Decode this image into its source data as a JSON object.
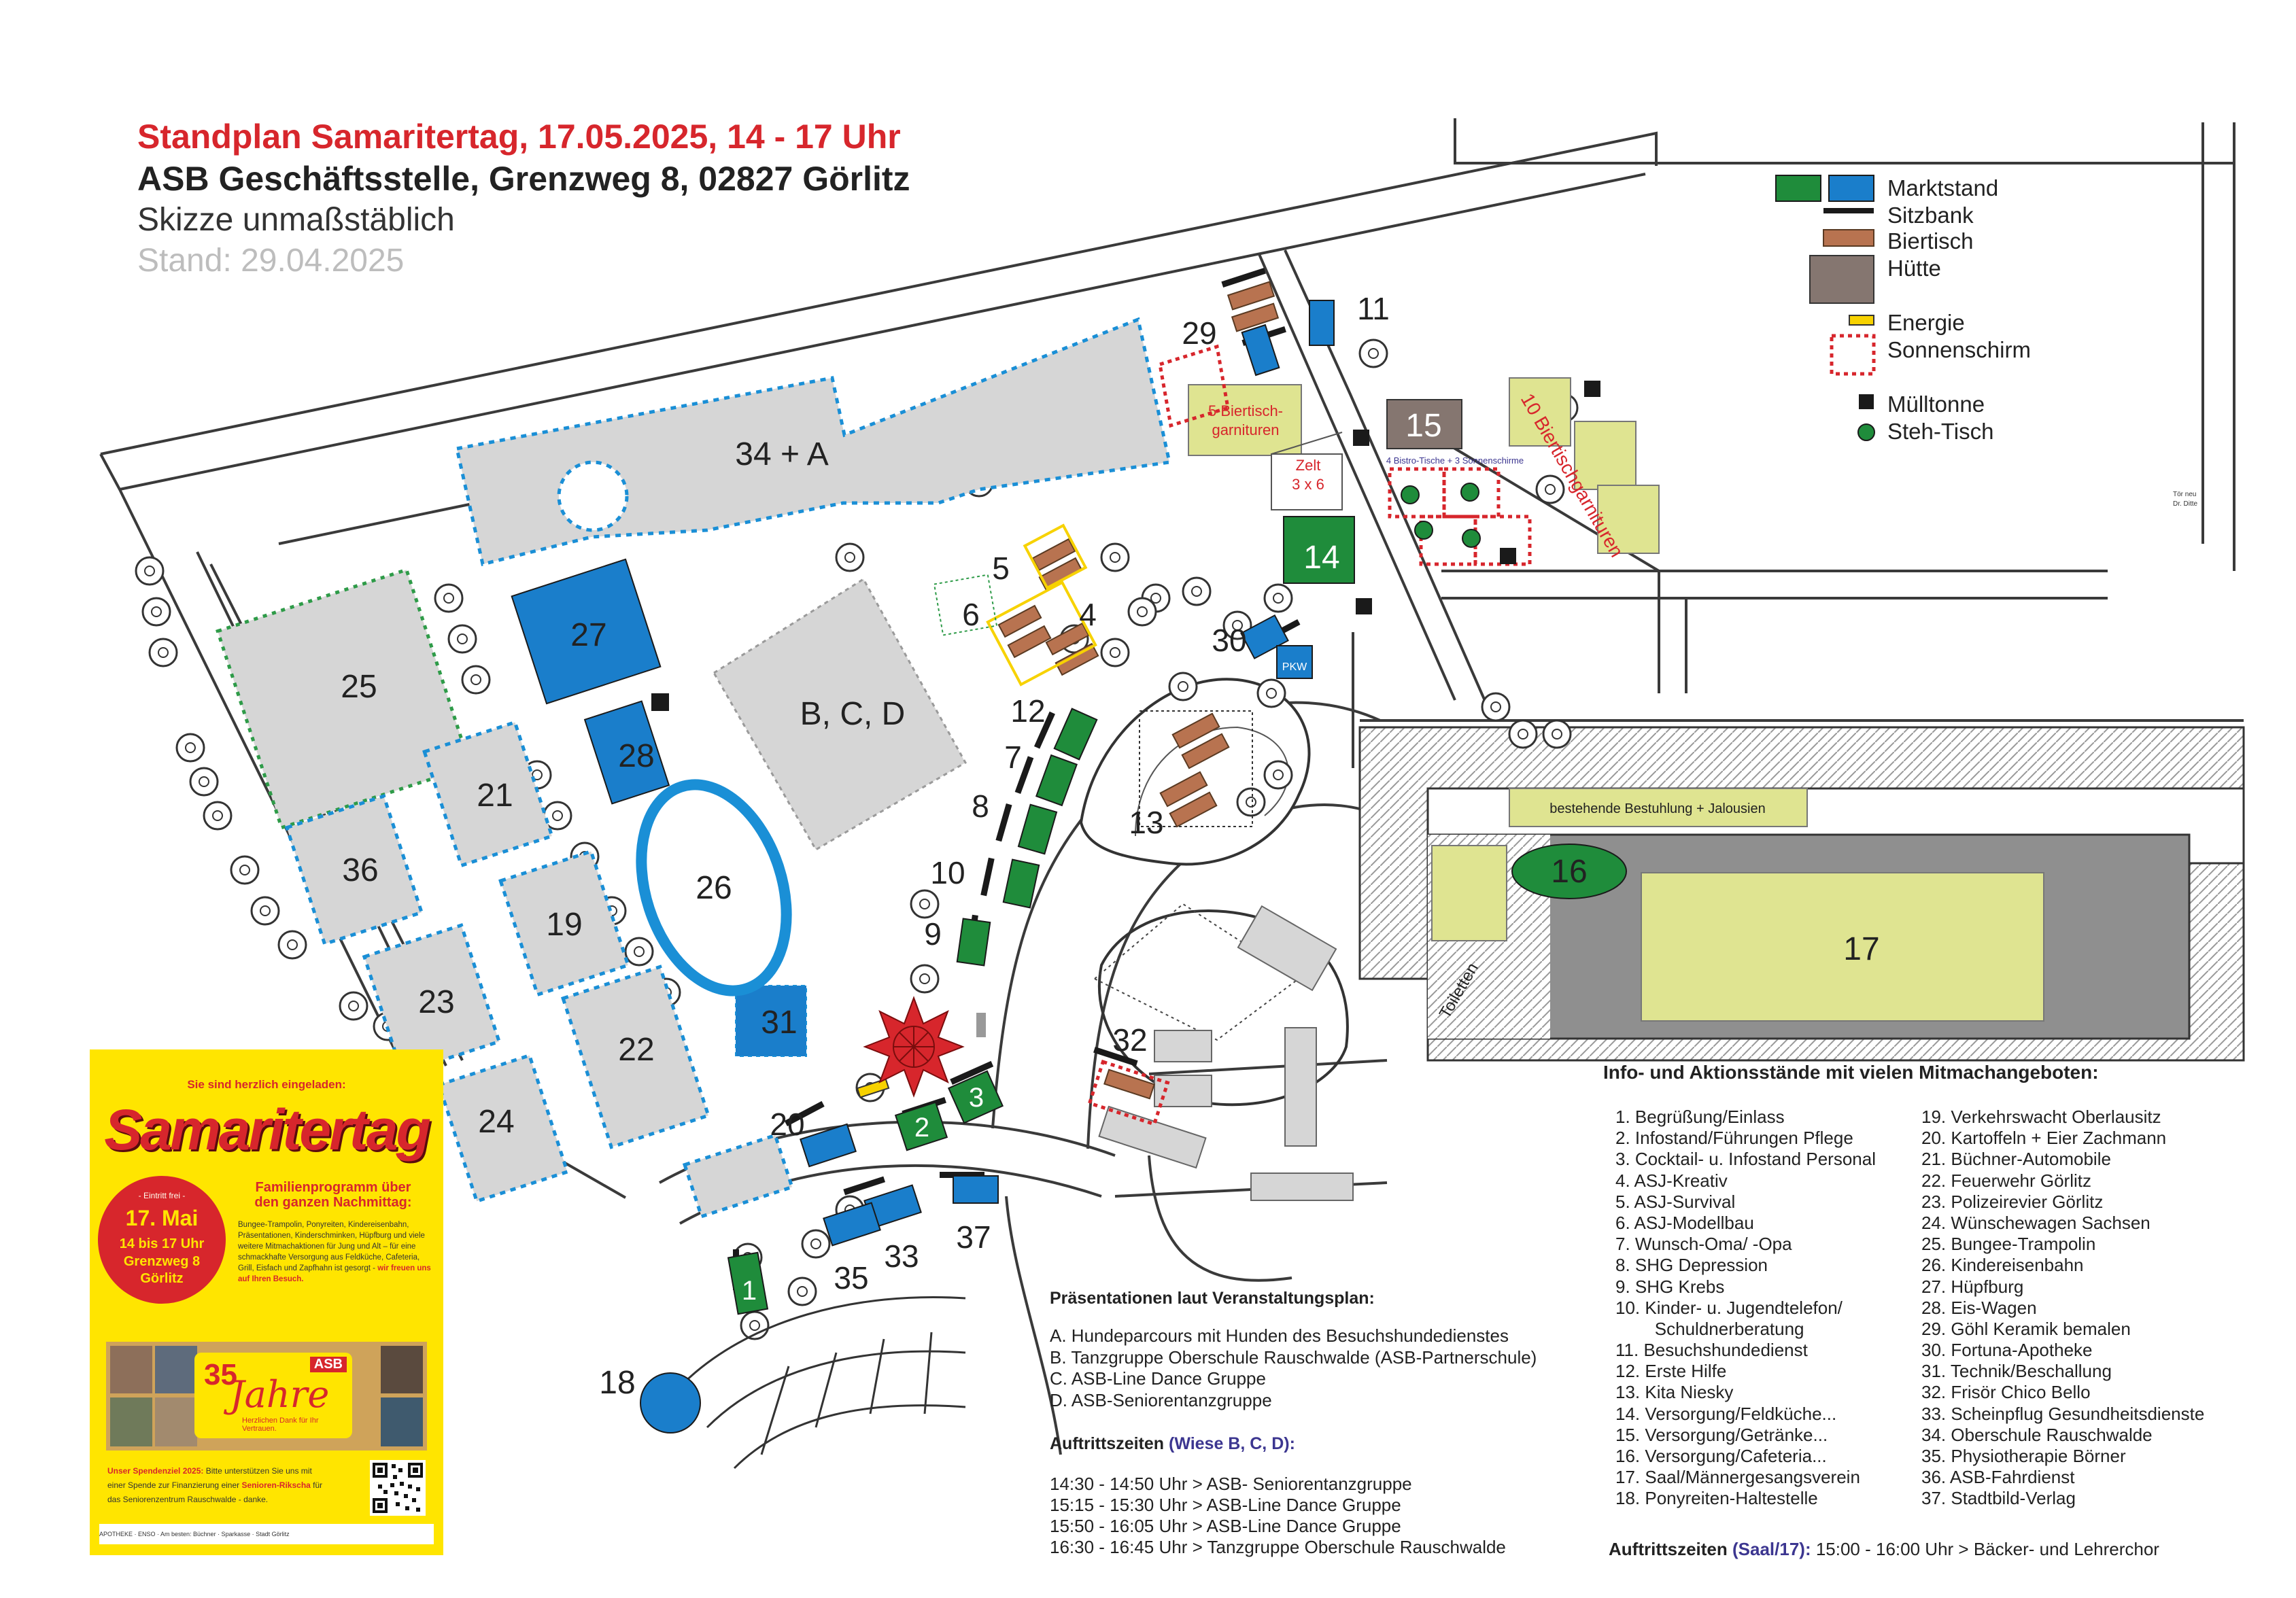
{
  "header": {
    "title": "Standplan Samaritertag, 17.05.2025, 14 - 17 Uhr",
    "address": "ASB Geschäftsstelle, Grenzweg 8, 02827 Görlitz",
    "note": "Skizze unmaßstäblich",
    "status": "Stand: 29.04.2025"
  },
  "legend": [
    {
      "label": "Marktstand",
      "symbol": "market-stall",
      "colors": [
        "#1f8c3b",
        "#1a7ecb"
      ]
    },
    {
      "label": "Sitzbank",
      "symbol": "bench",
      "colors": [
        "#1a1a1a"
      ]
    },
    {
      "label": "Biertisch",
      "symbol": "beer-table",
      "colors": [
        "#b87350"
      ]
    },
    {
      "label": "Hütte",
      "symbol": "hut",
      "colors": [
        "#857670"
      ]
    },
    {
      "label": "Energie",
      "symbol": "energy",
      "colors": [
        "#f7d200"
      ]
    },
    {
      "label": "Sonnenschirm",
      "symbol": "sunshade",
      "colors": [
        "#d7262c"
      ]
    },
    {
      "label": "Mülltonne",
      "symbol": "bin",
      "colors": [
        "#1a1a1a"
      ]
    },
    {
      "label": "Steh-Tisch",
      "symbol": "standing-table",
      "colors": [
        "#1f8c3b"
      ]
    }
  ],
  "colors": {
    "market_green": "#1f8c3b",
    "market_blue": "#1a7ecb",
    "area_grey": "#d6d6d6",
    "area_olive": "#dfe491",
    "beer_table": "#b87350",
    "hut": "#857670",
    "energy": "#f7d200",
    "sunshade": "#d7262c",
    "dotted_blue": "#1a8fd6",
    "dotted_green": "#2e9b48",
    "title_red": "#d7262c",
    "poster_yellow": "#ffe500"
  },
  "map": {
    "area_labels": {
      "a34": "34 + A",
      "a25": "25",
      "a36": "36",
      "a21": "21",
      "a19": "19",
      "a23": "23",
      "a22": "22",
      "a24": "24",
      "bcd": "B, C, D",
      "a17": "17"
    },
    "stall_labels": {
      "s27": "27",
      "s28": "28",
      "s31": "31",
      "s14": "14",
      "s15": "15",
      "s16": "16",
      "s26": "26",
      "s18": "18",
      "s2": "2",
      "s3": "3",
      "s1": "1"
    },
    "number_labels": {
      "n29": "29",
      "n11": "11",
      "n5": "5",
      "n6": "6",
      "n4": "4",
      "n30": "30",
      "n12": "12",
      "n7": "7",
      "n8": "8",
      "n10": "10",
      "n9": "9",
      "n13": "13",
      "n32": "32",
      "n20": "20",
      "n37": "37",
      "n33": "33",
      "n35": "35"
    },
    "text_labels": {
      "biertisch5_line1": "5  Biertisch-",
      "biertisch5_line2": "garnituren",
      "zelt_line1": "Zelt",
      "zelt_line2": "3 x 6",
      "bistro": "4 Bistro-Tische + 3 Sonnenschirme",
      "biertisch10": "10 Biertischgarnituren",
      "pkw": "PKW",
      "bestuhlung": "bestehende Bestuhlung + Jalousien",
      "toiletten": "Toiletten",
      "nord_line1": "Tör neu",
      "nord_line2": "Dr. Ditte"
    }
  },
  "info": {
    "title": "Info- und Aktionsstände mit vielen Mitmachangeboten:",
    "left": [
      "1.  Begrüßung/Einlass",
      "2.  Infostand/Führungen Pflege",
      "3.  Cocktail- u. Infostand Personal",
      "4.  ASJ-Kreativ",
      "5.  ASJ-Survival",
      "6.  ASJ-Modellbau",
      "7.  Wunsch-Oma/ -Opa",
      "8.  SHG Depression",
      "9.  SHG Krebs",
      "10.  Kinder- u. Jugendtelefon/",
      "        Schuldnerberatung",
      "11.  Besuchshundedienst",
      "12.  Erste Hilfe",
      "13.  Kita Niesky",
      "14.  Versorgung/Feldküche...",
      "15.  Versorgung/Getränke...",
      "16.  Versorgung/Cafeteria...",
      "17.  Saal/Männergesangsverein",
      "18.  Ponyreiten-Haltestelle"
    ],
    "right": [
      "19.  Verkehrswacht Oberlausitz",
      "20.  Kartoffeln + Eier Zachmann",
      "21.  Büchner-Automobile",
      "22.  Feuerwehr Görlitz",
      "23.  Polizeirevier Görlitz",
      "24.  Wünschewagen Sachsen",
      "25.  Bungee-Trampolin",
      "26.  Kindereisenbahn",
      "27.  Hüpfburg",
      "28.  Eis-Wagen",
      "29.  Göhl Keramik bemalen",
      "30.  Fortuna-Apotheke",
      "31.  Technik/Beschallung",
      "32.  Frisör Chico Bello",
      "33.  Scheinpflug Gesundheitsdienste",
      "34.  Oberschule Rauschwalde",
      "35.  Physiotherapie Börner",
      "36.  ASB-Fahrdienst",
      "37.  Stadtbild-Verlag"
    ]
  },
  "presentations": {
    "title": "Präsentationen laut Veranstaltungsplan:",
    "items": [
      "A.  Hundeparcours mit Hunden des Besuchshundedienstes",
      "B.  Tanzgruppe Oberschule Rauschwalde (ASB-Partnerschule)",
      "C.  ASB-Line Dance Gruppe",
      "D.  ASB-Seniorentanzgruppe"
    ]
  },
  "schedule": {
    "title_prefix": "Auftrittszeiten ",
    "title_accent": "(Wiese B, C, D):",
    "items": [
      "14:30 - 14:50 Uhr > ASB- Seniorentanzgruppe",
      "15:15 - 15:30 Uhr > ASB-Line Dance Gruppe",
      "15:50 - 16:05 Uhr > ASB-Line Dance Gruppe",
      "16:30 - 16:45 Uhr > Tanzgruppe Oberschule Rauschwalde"
    ],
    "saal_prefix": "Auftrittszeiten ",
    "saal_accent": "(Saal/17):",
    "saal_text": " 15:00 - 16:00 Uhr > Bäcker- und Lehrerchor"
  },
  "poster": {
    "invite": "Sie sind herzlich eingeladen:",
    "title": "Samaritertag",
    "free": "- Eintritt frei -",
    "date": "17. Mai",
    "time": "14 bis 17 Uhr",
    "address": "Grenzweg 8",
    "city": "Görlitz",
    "family_line1": "Familienprogramm über",
    "family_line2": "den ganzen Nachmittag:",
    "program": "Bungee-Trampolin, Ponyreiten, Kindereisenbahn, Präsentationen, Kinderschminken, Hüpfburg und viele weitere Mitmachaktionen für Jung und Alt – für eine schmackhafte Versorgung aus Feldküche, Cafeteria, Grill, Eisfach und Zapfhahn ist gesorgt -",
    "program_bold": " wir freuen uns auf Ihren Besuch.",
    "anniv_number": "35",
    "anniv_word": "Jahre",
    "anniv_logo": "ASB",
    "anniv_thanks": "Herzlichen Dank für Ihr Vertrauen.",
    "donation_title": "Unser Spendenziel 2025:",
    "donation_text1": " Bitte unterstützen Sie uns mit einer Spende zur Finanzierung einer ",
    "donation_bold": "Senioren-Rikscha",
    "donation_text2": " für das Seniorenzentrum Rauschwalde - danke.",
    "sponsors": "APOTHEKE   ·   ENSO   ·   Am besten: Büchner   ·   Sparkasse   ·   Stadt Görlitz"
  }
}
